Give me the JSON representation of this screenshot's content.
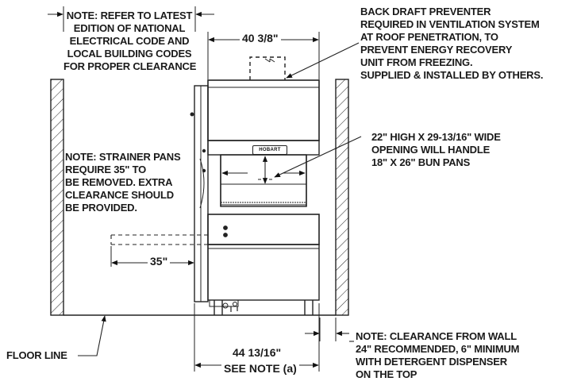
{
  "notes": {
    "electrical_code": [
      "NOTE: REFER TO LATEST",
      "EDITION OF NATIONAL",
      "ELECTRICAL CODE AND",
      "LOCAL BUILDING CODES",
      "FOR PROPER CLEARANCE"
    ],
    "back_draft": [
      "BACK DRAFT PREVENTER",
      "REQUIRED IN VENTILATION SYSTEM",
      "AT ROOF PENETRATION, TO",
      "PREVENT ENERGY RECOVERY",
      "UNIT FROM FREEZING.",
      "SUPPLIED & INSTALLED BY OTHERS."
    ],
    "opening": [
      "22\" HIGH X 29-13/16\" WIDE",
      "OPENING WILL HANDLE",
      "18\" X 26\" BUN PANS"
    ],
    "strainer_pans": [
      "NOTE: STRAINER PANS",
      "REQUIRE 35\" TO",
      "BE REMOVED. EXTRA",
      "CLEARANCE SHOULD",
      "BE PROVIDED."
    ],
    "wall_clearance": [
      "NOTE: CLEARANCE FROM WALL",
      "24\" RECOMMENDED, 6\" MINIMUM",
      "WITH DETERGENT DISPENSER",
      "ON THE TOP"
    ],
    "floor_line": "FLOOR LINE"
  },
  "dimensions": {
    "top_width": "40 3/8\"",
    "strainer_clearance": "35\"",
    "base_width": "44 13/16\"",
    "base_width_note": "SEE NOTE (a)"
  },
  "brand_label": "HOBART"
}
